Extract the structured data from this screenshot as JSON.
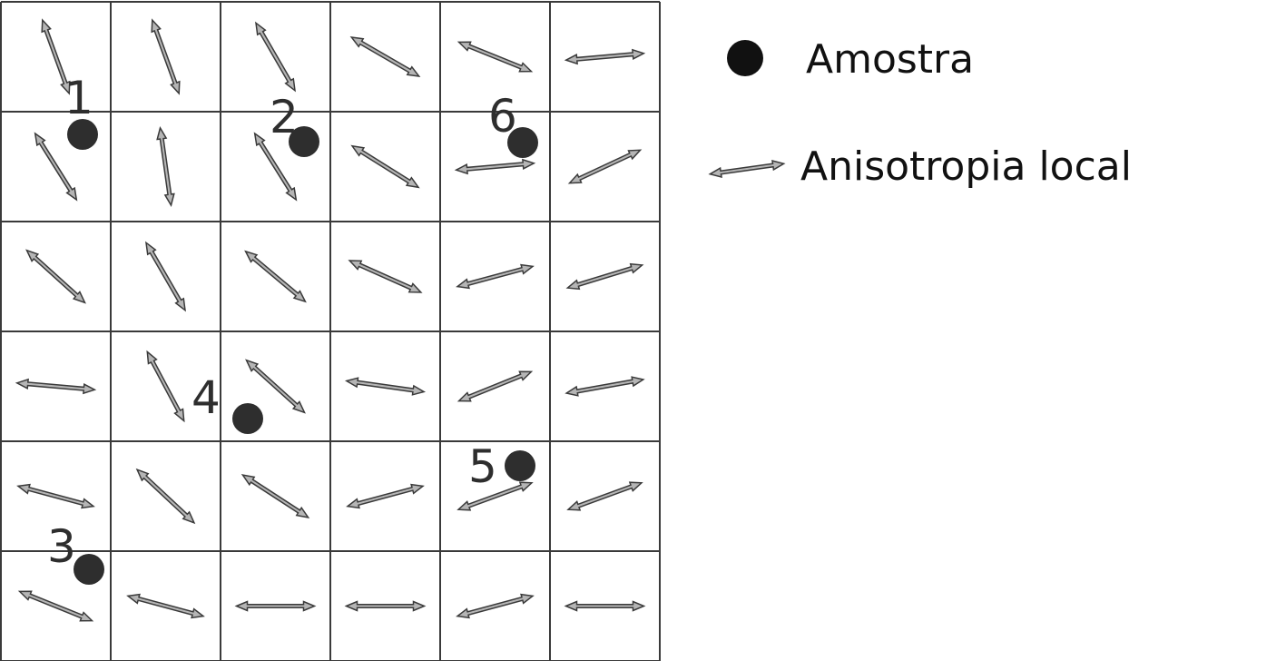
{
  "grid": {
    "rows": 6,
    "cols": 6,
    "line_color": "#3a3a3a"
  },
  "arrow_colors": {
    "fill": "#b5b5b5",
    "stroke": "#3a3a3a"
  },
  "sample_color": "#2e2e2e",
  "anisotropy_angles_deg": [
    [
      70,
      70,
      60,
      30,
      22,
      -5
    ],
    [
      58,
      82,
      58,
      32,
      -5,
      -25
    ],
    [
      42,
      60,
      40,
      24,
      -15,
      -17
    ],
    [
      5,
      62,
      42,
      8,
      -22,
      -10
    ],
    [
      15,
      43,
      33,
      -15,
      -20,
      -20
    ],
    [
      22,
      15,
      0,
      0,
      -15,
      0
    ]
  ],
  "samples": [
    {
      "label": "1"
    },
    {
      "label": "2"
    },
    {
      "label": "3"
    },
    {
      "label": "4"
    },
    {
      "label": "5"
    },
    {
      "label": "6"
    }
  ],
  "legend": {
    "sample_label": "Amostra",
    "arrow_label": "Anisotropia local",
    "sample_icon": "filled-circle",
    "arrow_icon": "double-headed-arrow"
  }
}
